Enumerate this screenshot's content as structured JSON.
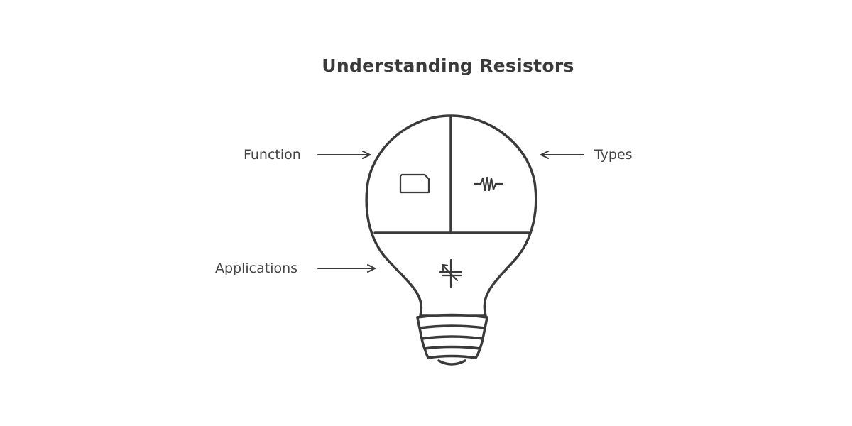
{
  "diagram": {
    "title": "Understanding Resistors",
    "sections": [
      {
        "label": "Function",
        "icon": "rectangle-box-icon"
      },
      {
        "label": "Types",
        "icon": "resistor-zigzag-icon"
      },
      {
        "label": "Applications",
        "icon": "variable-resistor-icon"
      }
    ],
    "colors": {
      "stroke": "#3a3a3a",
      "text": "#444444",
      "background": "#ffffff"
    }
  }
}
